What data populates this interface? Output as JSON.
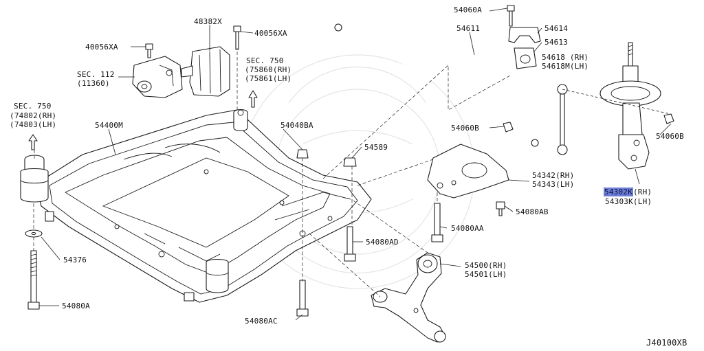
{
  "diagram": {
    "code": "J40100XB",
    "labels": {
      "sec750_left_title": "SEC. 750",
      "sec750_left_a": "(74802(RH)",
      "sec750_left_b": "(74803(LH)",
      "p54400M": "54400M",
      "p48382X": "48382X",
      "p40056XA_top": "40056XA",
      "p40056XA_left": "40056XA",
      "sec112_title": "SEC. 112",
      "sec112_sub": "(11360)",
      "sec750_mid_title": "SEC. 750",
      "sec750_mid_a": "(75860(RH)",
      "sec750_mid_b": "(75861(LH)",
      "p54060A": "54060A",
      "p54611": "54611",
      "p54614": "54614",
      "p54613": "54613",
      "p54618": "54618 (RH)",
      "p54618M": "54618M(LH)",
      "p54060B_left": "54060B",
      "p54060B_right": "54060B",
      "p54040BA": "54040BA",
      "p54589": "54589",
      "p54342": "54342(RH)",
      "p54343": "54343(LH)",
      "p54080AB": "54080AB",
      "p54080AA": "54080AA",
      "p54080AD": "54080AD",
      "p54302K": "54302K",
      "p54302K_rh": "(RH)",
      "p54303K": "54303K(LH)",
      "p54376": "54376",
      "p54080A": "54080A",
      "p54500": "54500(RH)",
      "p54501": "54501(LH)",
      "p54080AC": "54080AC"
    },
    "highlight_color": "#6c7ed6",
    "line_color": "#1a1a1a"
  }
}
